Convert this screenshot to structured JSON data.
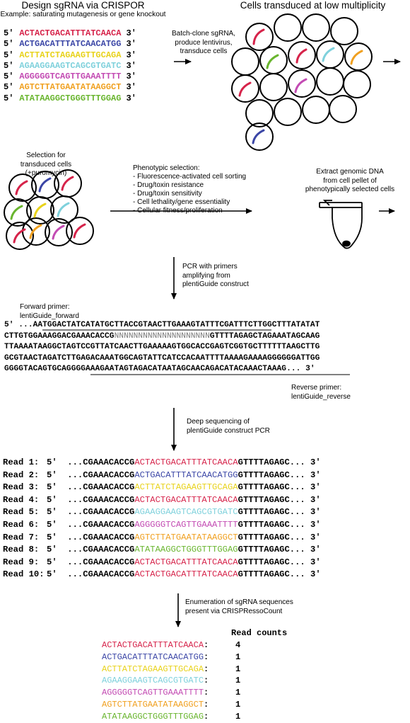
{
  "colors": {
    "seq1": "#d6234a",
    "seq2": "#3b46a6",
    "seq3": "#e8d21a",
    "seq4": "#7fd1dc",
    "seq5": "#c34bb3",
    "seq6": "#f0a020",
    "seq7": "#69b52e"
  },
  "design": {
    "title": "Design sgRNA via CRISPOR",
    "subtitle": "Example: saturating mutagenesis or gene knockout",
    "prefix": "5′",
    "suffix": "3′",
    "sequences": [
      "ACTACTGACATTTATCAACA",
      "ACTGACATTTATCAACATGG",
      "ACTTATCTAGAAGTTGCAGA",
      "AGAAGGAAGTCAGCGTGATC",
      "AGGGGGTCAGTTGAAATTTT",
      "AGTCTTATGAATATAAGGCT",
      "ATATAAGGCTGGGTTTGGAG"
    ]
  },
  "batch_clone": {
    "line1": "Batch-clone sgRNA,",
    "line2": "produce lentivirus,",
    "line3": "transduce cells"
  },
  "transduced": {
    "title": "Cells transduced at low multiplicity"
  },
  "selection": {
    "line1": "Selection for",
    "line2": "transduced cells",
    "line3": "(+puromycin)"
  },
  "phenotypic": {
    "title": "Phenotypic selection:",
    "items": [
      "- Fluorescence-activated cell sorting",
      "- Drug/toxin resistance",
      "- Drug/toxin sensitivity",
      "- Cell lethality/gene essentiality",
      "- Cellular fitness/proliferation"
    ]
  },
  "extract": {
    "line1": "Extract genomic DNA",
    "line2": "from cell pellet of",
    "line3": "phenotypically selected cells"
  },
  "pcr": {
    "line1": "PCR with primers",
    "line2": "amplifying from",
    "line3": "plentiGuide construct"
  },
  "forward_primer": {
    "line1": "Forward primer:",
    "line2": "lentiGuide_forward"
  },
  "reverse_primer": {
    "line1": "Reverse primer:",
    "line2": "lentiGuide_reverse"
  },
  "construct": {
    "l1_pre": "5′ ...",
    "l1_primer": "AATGGACTATCATATGCTTACCGTAACTTGAAAGTATTTC",
    "l1_post": "GATTTCTTGGCTTTATATAT",
    "l2_pre": "CTTGTGGAAAGGACGAAACACCG",
    "l2_n": "NNNNNNNNNNNNNNNNNNNN",
    "l2_post": "GTTTTAGAGCTAGAAATAGCAAG",
    "l3": "TTAAAATAAGGCTAGTCCGTTATCAACTTGAAAAAGTGGCACCGAGTCGGTGCTTTTTTAAGCTTG",
    "l4": "GCGTAACTAGATCTTGAGACAAATGGCAGTATTCATCCACAATTTTAAAAGAAAAGGGGGGATTGG",
    "l5_pre": "GGGGTACAGTGCAG",
    "l5_primer": "GGGAAAGAATAGTAGACATAATAGCAACAGACATACAAACTAAAG",
    "l5_post": "... 3′"
  },
  "deep_seq": {
    "line1": "Deep sequencing of",
    "line2": "plentiGuide construct PCR"
  },
  "reads": {
    "prefix": "5′  ...CGAAACACCG",
    "suffix": "GTTTTAGAGC... 3′",
    "rows": [
      {
        "label": "Read 1:",
        "seq": "ACTACTGACATTTATCAACA",
        "color": "#d6234a"
      },
      {
        "label": "Read 2:",
        "seq": "ACTGACATTTATCAACATGG",
        "color": "#3b46a6"
      },
      {
        "label": "Read 3:",
        "seq": "ACTTATCTAGAAGTTGCAGA",
        "color": "#e8d21a"
      },
      {
        "label": "Read 4:",
        "seq": "ACTACTGACATTTATCAACA",
        "color": "#d6234a"
      },
      {
        "label": "Read 5:",
        "seq": "AGAAGGAAGTCAGCGTGATC",
        "color": "#7fd1dc"
      },
      {
        "label": "Read 6:",
        "seq": "AGGGGGTCAGTTGAAATTTT",
        "color": "#c34bb3"
      },
      {
        "label": "Read 7:",
        "seq": "AGTCTTATGAATATAAGGCT",
        "color": "#f0a020"
      },
      {
        "label": "Read 8:",
        "seq": "ATATAAGGCTGGGTTTGGAG",
        "color": "#69b52e"
      },
      {
        "label": "Read 9:",
        "seq": "ACTACTGACATTTATCAACA",
        "color": "#d6234a"
      },
      {
        "label": "Read 10:",
        "seq": "ACTACTGACATTTATCAACA",
        "color": "#d6234a"
      }
    ]
  },
  "enumeration": {
    "line1": "Enumeration of sgRNA sequences",
    "line2": "present via CRISPRessoCount"
  },
  "counts": {
    "header": "Read counts",
    "rows": [
      {
        "seq": "ACTACTGACATTTATCAACA",
        "count": "4",
        "color": "#d6234a"
      },
      {
        "seq": "ACTGACATTTATCAACATGG",
        "count": "1",
        "color": "#3b46a6"
      },
      {
        "seq": "ACTTATCTAGAAGTTGCAGA",
        "count": "1",
        "color": "#e8d21a"
      },
      {
        "seq": "AGAAGGAAGTCAGCGTGATC",
        "count": "1",
        "color": "#7fd1dc"
      },
      {
        "seq": "AGGGGGTCAGTTGAAATTTT",
        "count": "1",
        "color": "#c34bb3"
      },
      {
        "seq": "AGTCTTATGAATATAAGGCT",
        "count": "1",
        "color": "#f0a020"
      },
      {
        "seq": "ATATAAGGCTGGGTTTGGAG",
        "count": "1",
        "color": "#69b52e"
      }
    ]
  }
}
